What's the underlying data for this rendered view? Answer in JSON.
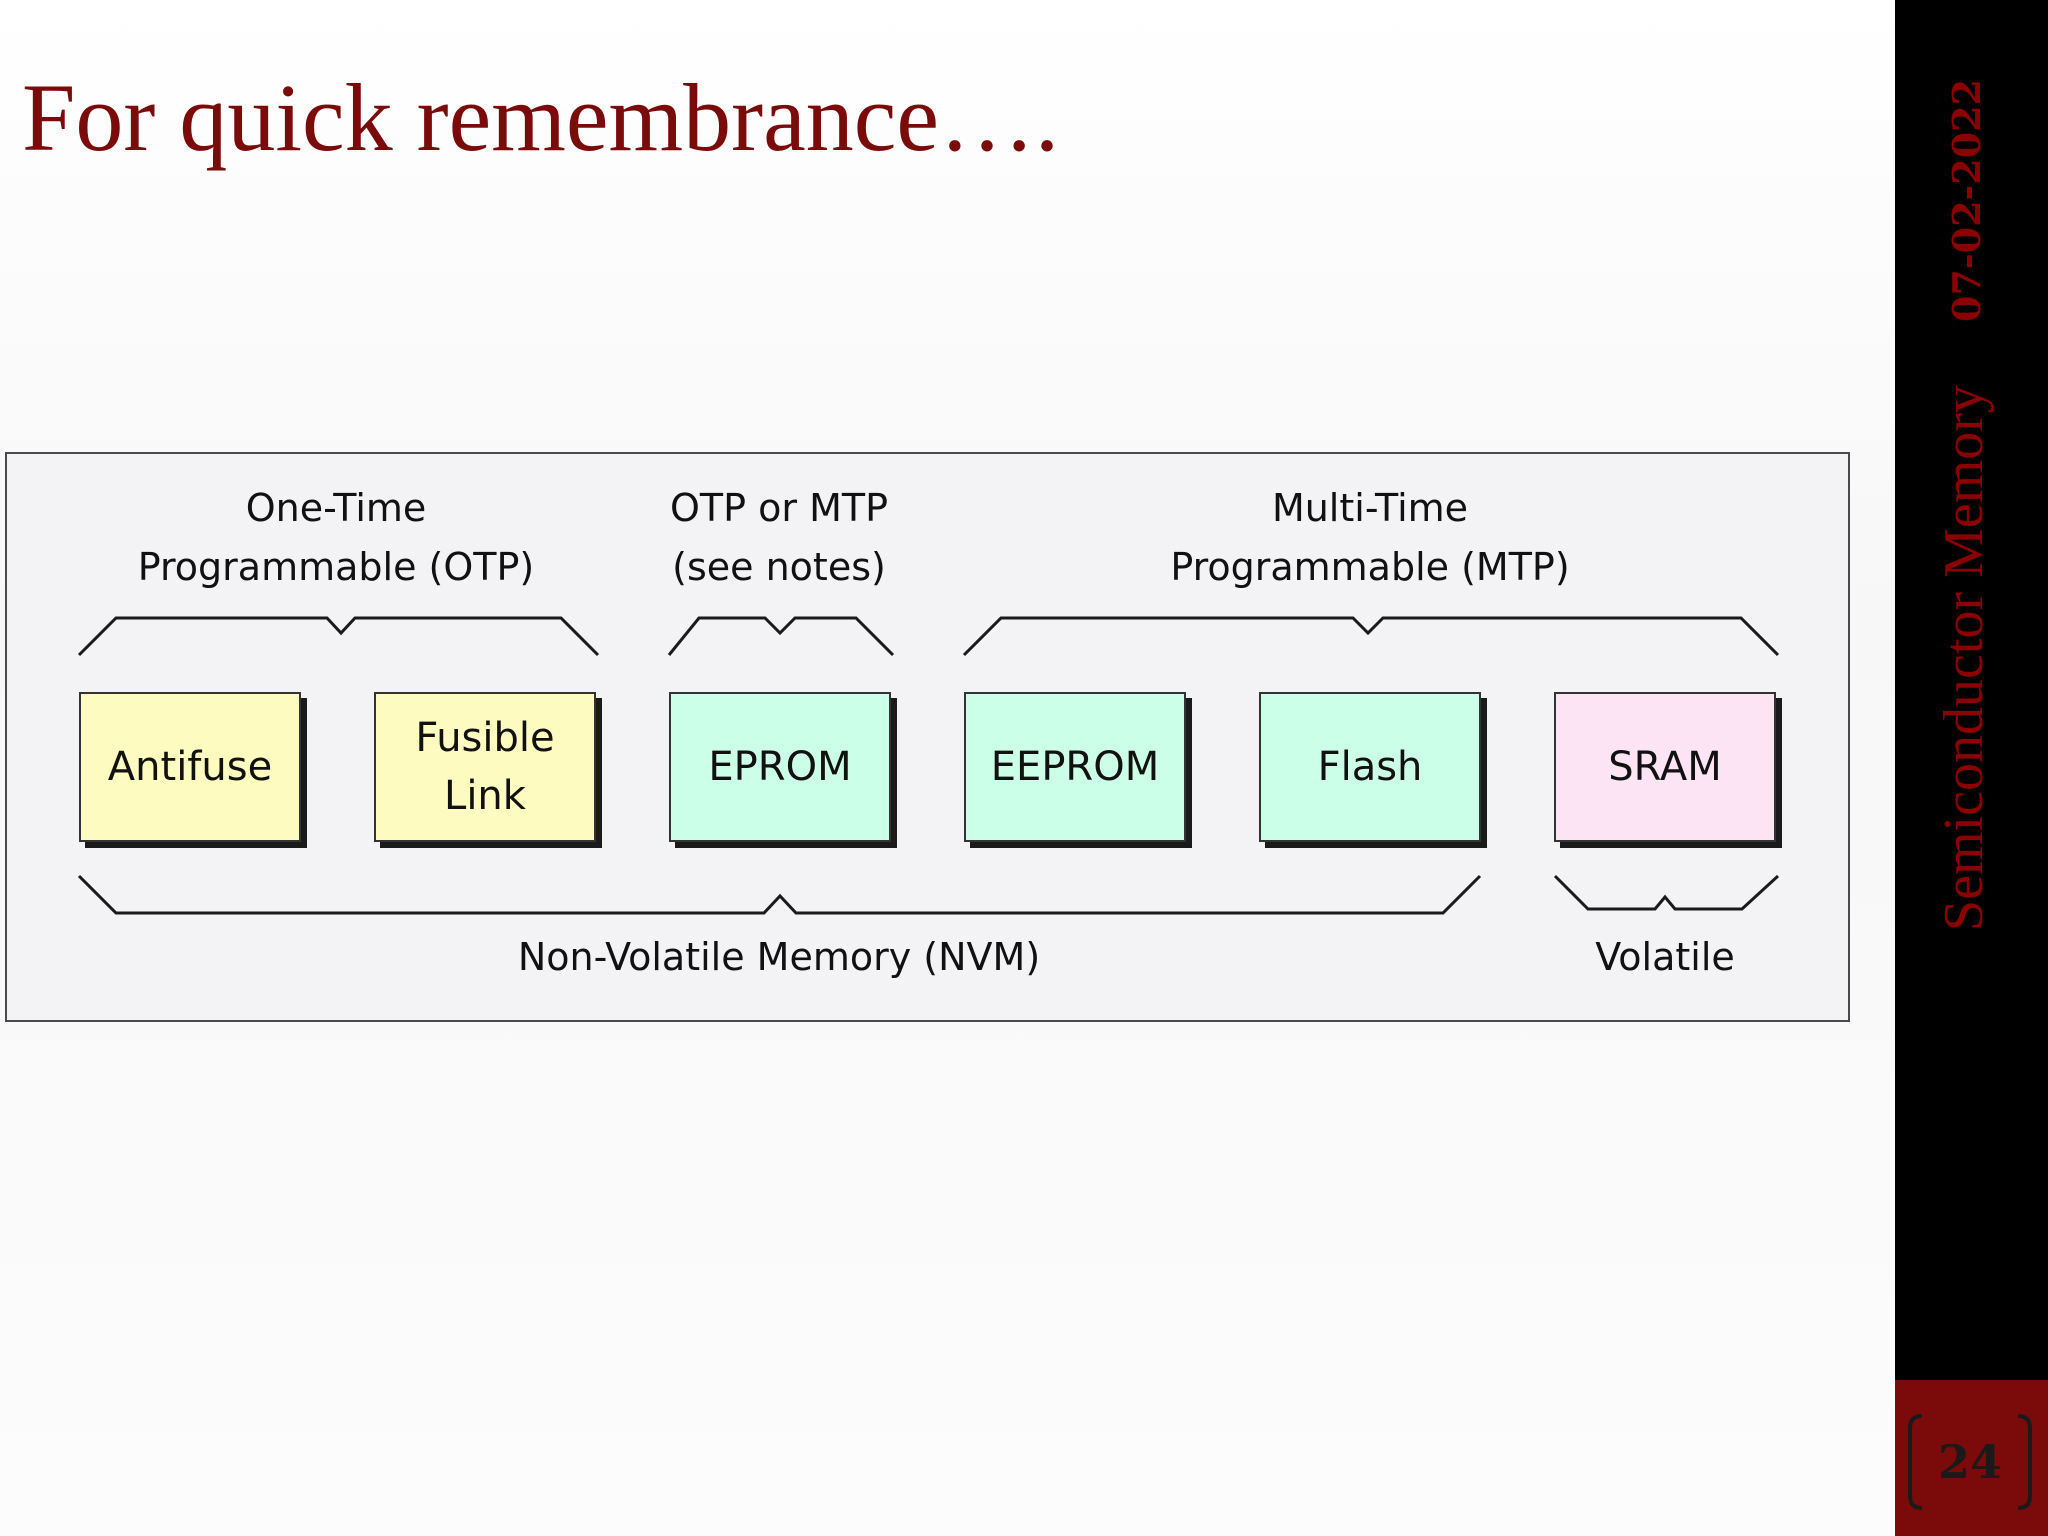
{
  "slide": {
    "title": "For quick remembrance….",
    "sidebar_date": "07-02-2022",
    "sidebar_subject": "Semiconductor Memory",
    "page_number": "24"
  },
  "diagram": {
    "top_groups": [
      {
        "label": "One-Time\nProgrammable (OTP)"
      },
      {
        "label": "OTP or MTP\n(see notes)"
      },
      {
        "label": "Multi-Time\nProgrammable (MTP)"
      }
    ],
    "boxes": [
      {
        "label": "Antifuse",
        "color": "#fdfbc0"
      },
      {
        "label": "Fusible\nLink",
        "color": "#fdfbc0"
      },
      {
        "label": "EPROM",
        "color": "#ccffe8"
      },
      {
        "label": "EEPROM",
        "color": "#ccffe8"
      },
      {
        "label": "Flash",
        "color": "#ccffe8"
      },
      {
        "label": "SRAM",
        "color": "#fde4f4"
      }
    ],
    "bottom_groups": [
      {
        "label": "Non-Volatile Memory (NVM)"
      },
      {
        "label": "Volatile"
      }
    ]
  },
  "colors": {
    "title": "#7b0a0a",
    "sidebar_bg": "#000000",
    "sidebar_text": "#8b0000",
    "pagenum_bg": "#7b0a0a"
  }
}
